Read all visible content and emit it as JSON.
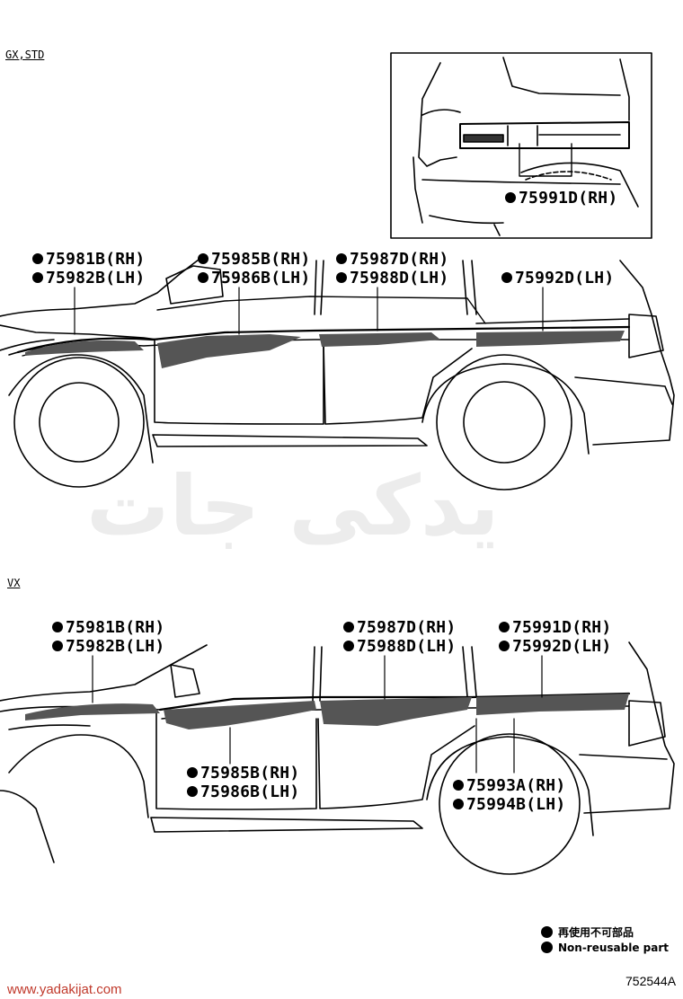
{
  "sections": {
    "top": {
      "title": "GX,STD"
    },
    "bottom": {
      "title": "VX"
    }
  },
  "top_labels": {
    "p75991d": "75991D(RH)",
    "p75981b": "75981B(RH)",
    "p75982b": "75982B(LH)",
    "p75985b": "75985B(RH)",
    "p75986b": "75986B(LH)",
    "p75987d": "75987D(RH)",
    "p75988d": "75988D(LH)",
    "p75992d": "75992D(LH)"
  },
  "bottom_labels": {
    "p75981b": "75981B(RH)",
    "p75982b": "75982B(LH)",
    "p75987d": "75987D(RH)",
    "p75988d": "75988D(LH)",
    "p75991d": "75991D(RH)",
    "p75992d": "75992D(LH)",
    "p75985b": "75985B(RH)",
    "p75986b": "75986B(LH)",
    "p75993a": "75993A(RH)",
    "p75994b": "75994B(LH)"
  },
  "legend": {
    "japanese": "再使用不可部品",
    "english": "Non-reusable part"
  },
  "diagram_code": "752544A",
  "watermark": {
    "url": "www.yadakijat.com",
    "logo_text": "یدکی جات"
  }
}
